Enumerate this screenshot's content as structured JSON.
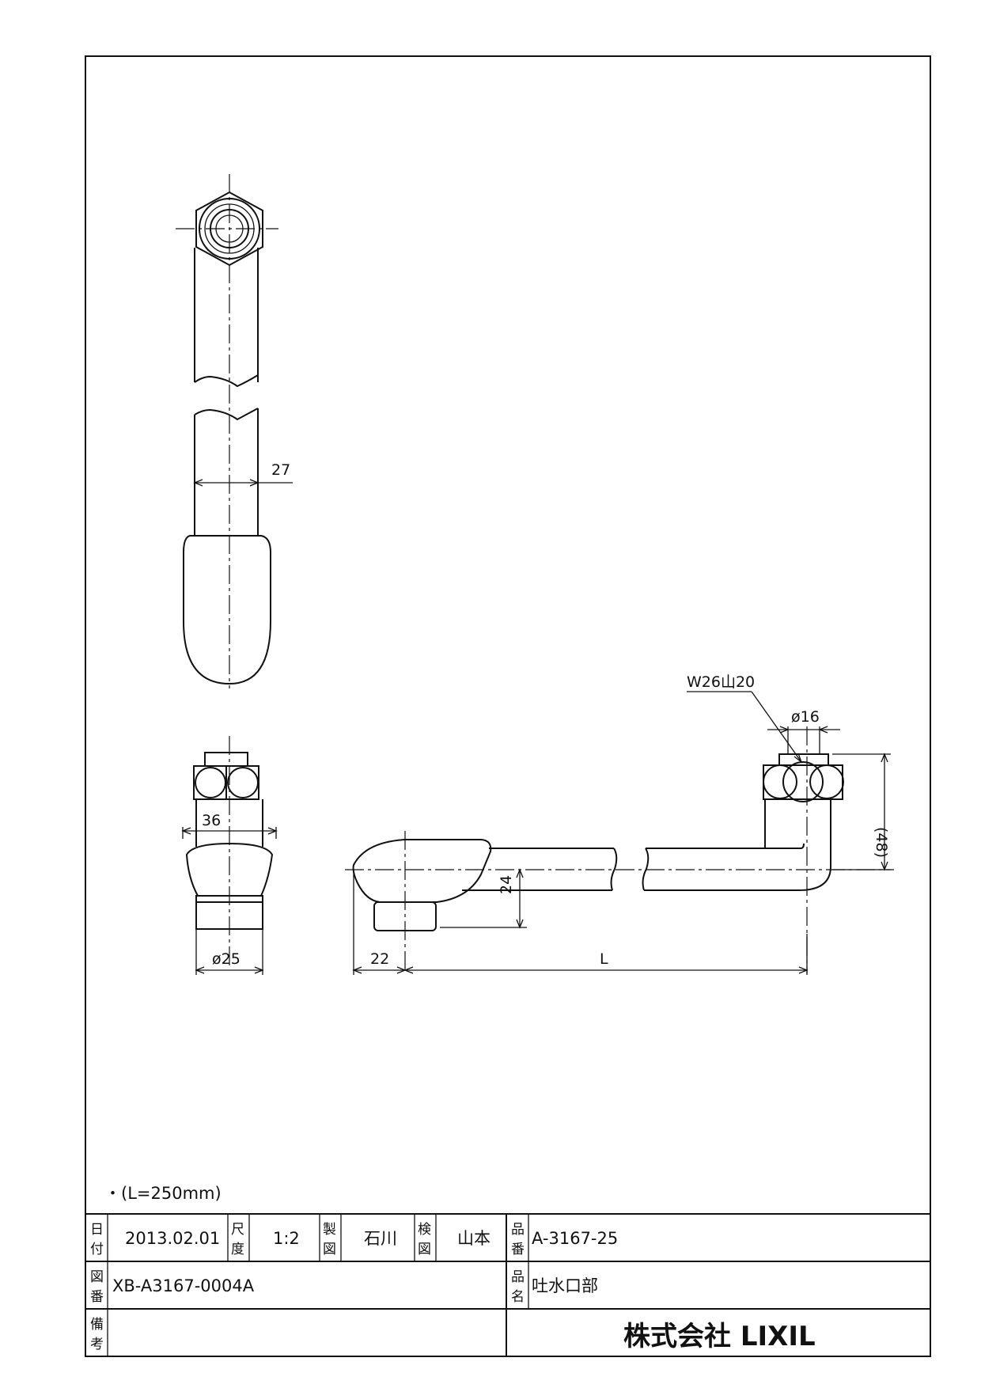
{
  "note": "・(L=250mm)",
  "dimensions": {
    "hose_width": "27",
    "nut_width": "36",
    "base_diameter": "ø25",
    "thread": "W26山20",
    "inlet_diameter": "ø16",
    "height": "(48)",
    "outlet_drop": "24",
    "outlet_offset": "22",
    "length": "L"
  },
  "title_block": {
    "date_label_1": "日",
    "date_label_2": "付",
    "date": "2013.02.01",
    "scale_label_1": "尺",
    "scale_label_2": "度",
    "scale": "1:2",
    "drawn_label_1": "製",
    "drawn_label_2": "図",
    "drawn_by": "石川",
    "checked_label_1": "検",
    "checked_label_2": "図",
    "checked_by": "山本",
    "part_no_label_1": "品",
    "part_no_label_2": "番",
    "part_no": "A-3167-25",
    "drawing_no_label_1": "図",
    "drawing_no_label_2": "番",
    "drawing_no": "XB-A3167-0004A",
    "part_name_label_1": "品",
    "part_name_label_2": "名",
    "part_name": "吐水口部",
    "remarks_label_1": "備",
    "remarks_label_2": "考",
    "company": "株式会社 LIXIL"
  }
}
